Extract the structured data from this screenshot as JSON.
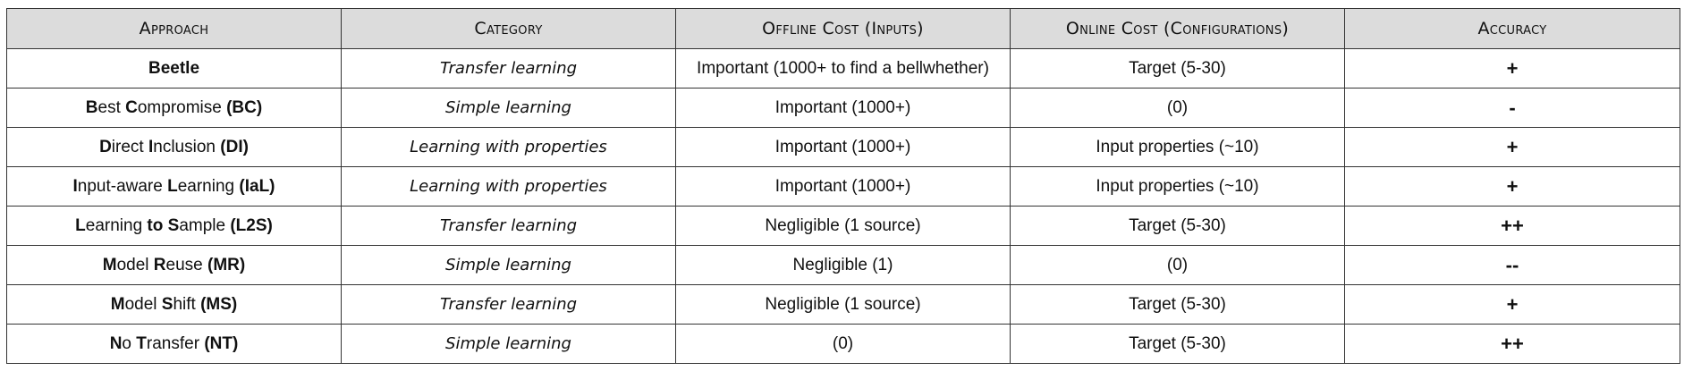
{
  "table": {
    "headers": [
      "Approach",
      "Category",
      "Offline Cost (Inputs)",
      "Online Cost (Configurations)",
      "Accuracy"
    ],
    "rows": [
      {
        "approach": [
          {
            "t": "Beetle",
            "b": true
          }
        ],
        "category": "Transfer learning",
        "offline": "Important (1000+ to find a bellwhether)",
        "online": "Target (5-30)",
        "accuracy": "+"
      },
      {
        "approach": [
          {
            "t": "B",
            "b": true
          },
          {
            "t": "est ",
            "b": false
          },
          {
            "t": "C",
            "b": true
          },
          {
            "t": "ompromise ",
            "b": false
          },
          {
            "t": "(BC)",
            "b": true
          }
        ],
        "category": "Simple learning",
        "offline": "Important (1000+)",
        "online": "(0)",
        "accuracy": "-"
      },
      {
        "approach": [
          {
            "t": "D",
            "b": true
          },
          {
            "t": "irect ",
            "b": false
          },
          {
            "t": "I",
            "b": true
          },
          {
            "t": "nclusion ",
            "b": false
          },
          {
            "t": "(DI)",
            "b": true
          }
        ],
        "category": "Learning with properties",
        "offline": "Important (1000+)",
        "online": "Input properties (~10)",
        "accuracy": "+"
      },
      {
        "approach": [
          {
            "t": "I",
            "b": true
          },
          {
            "t": "nput-aware ",
            "b": false
          },
          {
            "t": "L",
            "b": true
          },
          {
            "t": "earning ",
            "b": false
          },
          {
            "t": "(IaL)",
            "b": true
          }
        ],
        "category": "Learning with properties",
        "offline": "Important (1000+)",
        "online": "Input properties (~10)",
        "accuracy": "+"
      },
      {
        "approach": [
          {
            "t": "L",
            "b": true
          },
          {
            "t": "earning ",
            "b": false
          },
          {
            "t": "to ",
            "b": true
          },
          {
            "t": "S",
            "b": true
          },
          {
            "t": "ample ",
            "b": false
          },
          {
            "t": "(L2S)",
            "b": true
          }
        ],
        "category": "Transfer learning",
        "offline": "Negligible (1 source)",
        "online": "Target (5-30)",
        "accuracy": "++"
      },
      {
        "approach": [
          {
            "t": "M",
            "b": true
          },
          {
            "t": "odel ",
            "b": false
          },
          {
            "t": "R",
            "b": true
          },
          {
            "t": "euse ",
            "b": false
          },
          {
            "t": "(MR)",
            "b": true
          }
        ],
        "category": "Simple learning",
        "offline": "Negligible (1)",
        "online": "(0)",
        "accuracy": "--"
      },
      {
        "approach": [
          {
            "t": "M",
            "b": true
          },
          {
            "t": "odel ",
            "b": false
          },
          {
            "t": "S",
            "b": true
          },
          {
            "t": "hift ",
            "b": false
          },
          {
            "t": "(MS)",
            "b": true
          }
        ],
        "category": "Transfer learning",
        "offline": "Negligible (1 source)",
        "online": "Target (5-30)",
        "accuracy": "+"
      },
      {
        "approach": [
          {
            "t": "N",
            "b": true
          },
          {
            "t": "o ",
            "b": false
          },
          {
            "t": "T",
            "b": true
          },
          {
            "t": "ransfer ",
            "b": false
          },
          {
            "t": "(NT)",
            "b": true
          }
        ],
        "category": "Simple learning",
        "offline": "(0)",
        "online": "Target  (5-30)",
        "accuracy": "++"
      }
    ]
  }
}
